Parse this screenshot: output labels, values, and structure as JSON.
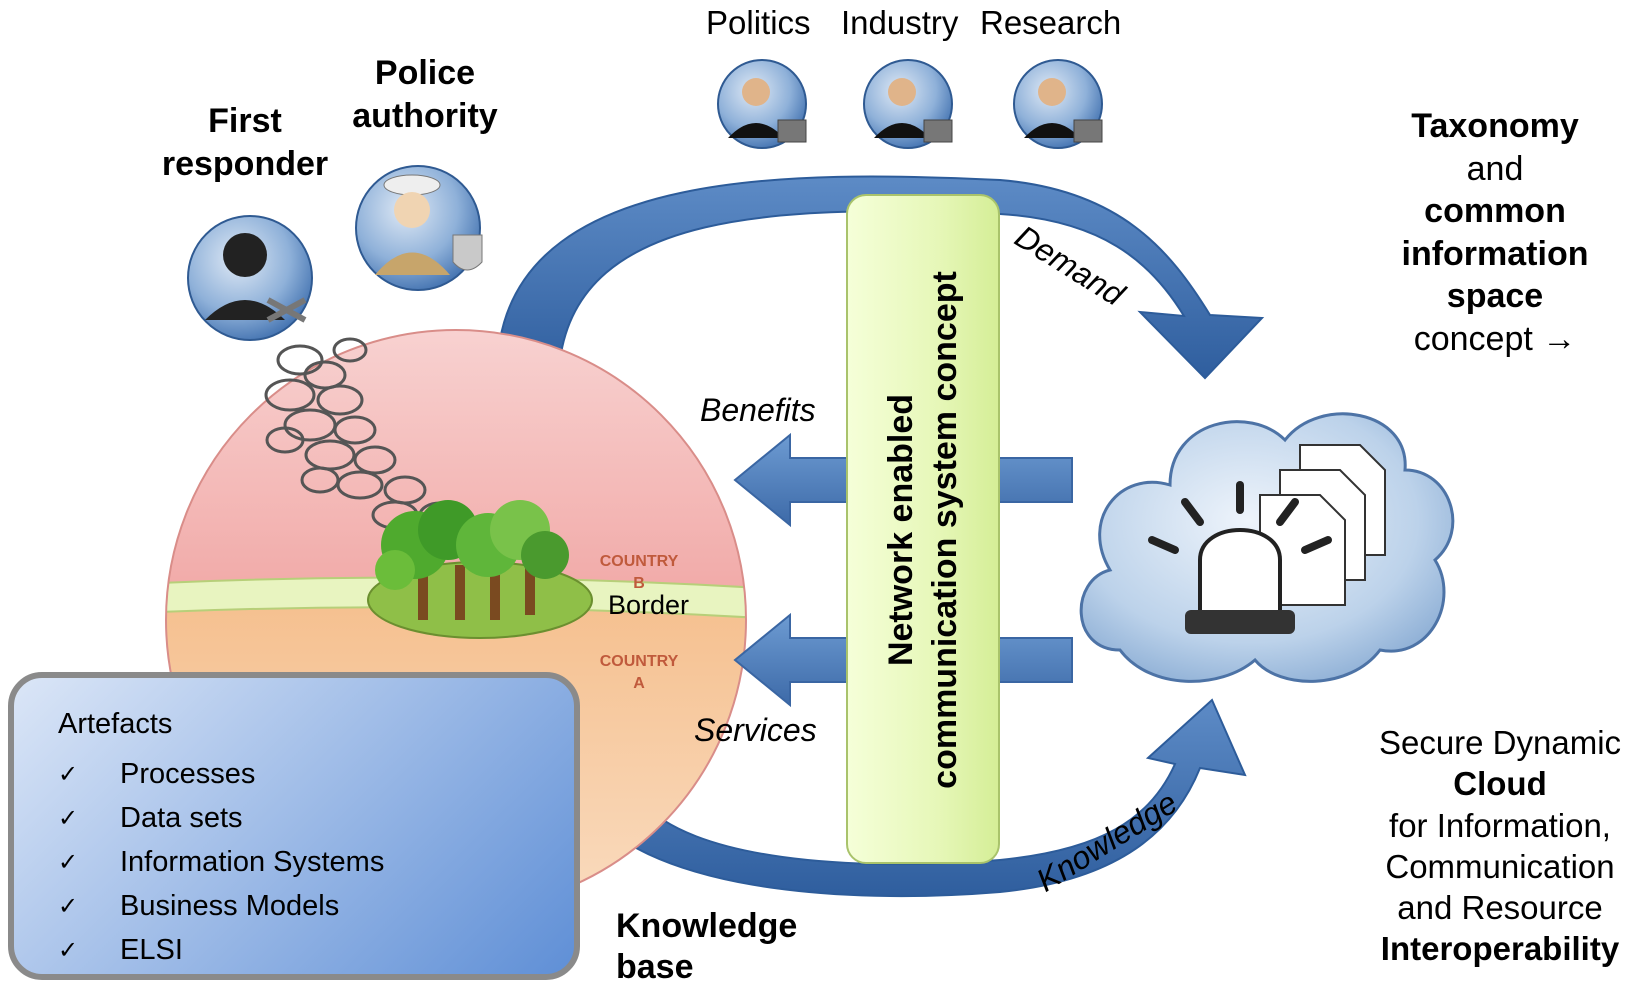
{
  "actors": {
    "first_responder": "First\nresponder",
    "police_authority": "Police\nauthority",
    "politics": "Politics",
    "industry": "Industry",
    "research": "Research"
  },
  "flows": {
    "demand": "Demand",
    "benefits": "Benefits",
    "services": "Services",
    "knowledge": "Knowledge"
  },
  "center_concept": "Network enabled\ncommunication system concept",
  "region": {
    "country_b": "COUNTRY\nB",
    "country_a": "COUNTRY\nA",
    "border": "Border"
  },
  "taxonomy": {
    "l1": "Taxonomy",
    "l2": "and",
    "l3": "common",
    "l4": "information",
    "l5": "space",
    "l6": "concept →"
  },
  "cloud_text": {
    "l1": "Secure Dynamic",
    "l2": "Cloud",
    "l3": "for Information,",
    "l4": "Communication",
    "l5": "and Resource",
    "l6": "Interoperability"
  },
  "knowledge_base": "Knowledge\nbase",
  "artefacts": {
    "title": "Artefacts",
    "check": "✓",
    "items": [
      "Processes",
      "Data sets",
      "Information Systems",
      "Business Models",
      "ELSI"
    ]
  },
  "colors": {
    "arrow_blue": "#4a76b0",
    "country_b": "#f4b7b5",
    "country_a": "#f6c89c",
    "border_band": "#e6f2bb",
    "nec_box": "#e6f7b8",
    "cloud": "#b9cfe8"
  }
}
